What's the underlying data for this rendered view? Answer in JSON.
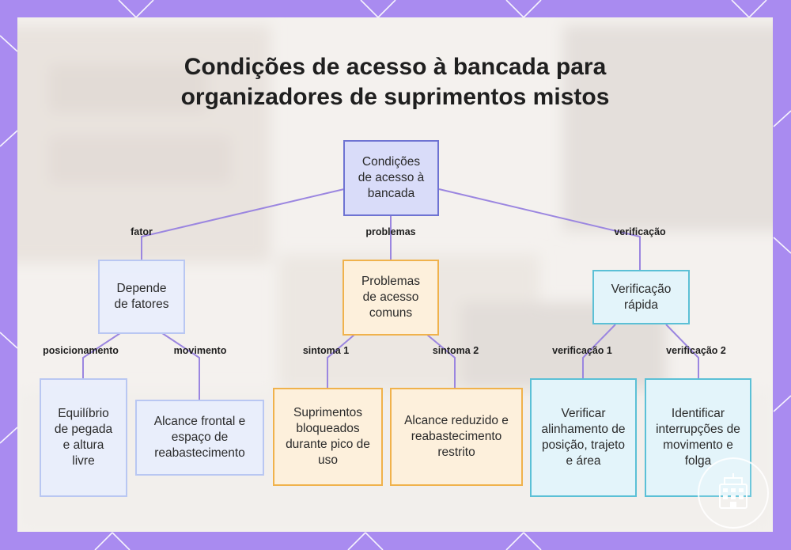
{
  "title_lines": [
    "Condições de acesso à bancada para",
    "organizadores de suprimentos mistos"
  ],
  "colors": {
    "frame": "#a98bf0",
    "connector": "#9b86e0",
    "root_border": "#6e73d2",
    "blue_border": "#b9c7f2",
    "orange_border": "#f0b24c",
    "cyan_border": "#5bc0d6"
  },
  "nodes": {
    "root": "Condições de acesso à bancada",
    "factors": "Depende de fatores",
    "problems": "Problemas de acesso comuns",
    "check": "Verificação rápida",
    "grip": "Equilíbrio de pegada e altura livre",
    "reach": "Alcance frontal e espaço de reabastecimento",
    "blocked": "Suprimentos bloqueados durante pico de uso",
    "reduced": "Alcance reduzido e reabastecimento restrito",
    "alignment": "Verificar alinhamento de posição, trajeto e área",
    "interruptions": "Identificar interrupções de movimento e folga"
  },
  "edges": {
    "fator": "fator",
    "problemas": "problemas",
    "verificacao": "verificação",
    "posicionamento": "posicionamento",
    "movimento": "movimento",
    "sintoma1": "sintoma 1",
    "sintoma2": "sintoma 2",
    "verificacao1": "verificação 1",
    "verificacao2": "verificação 2"
  },
  "badge_icon": "building-icon"
}
